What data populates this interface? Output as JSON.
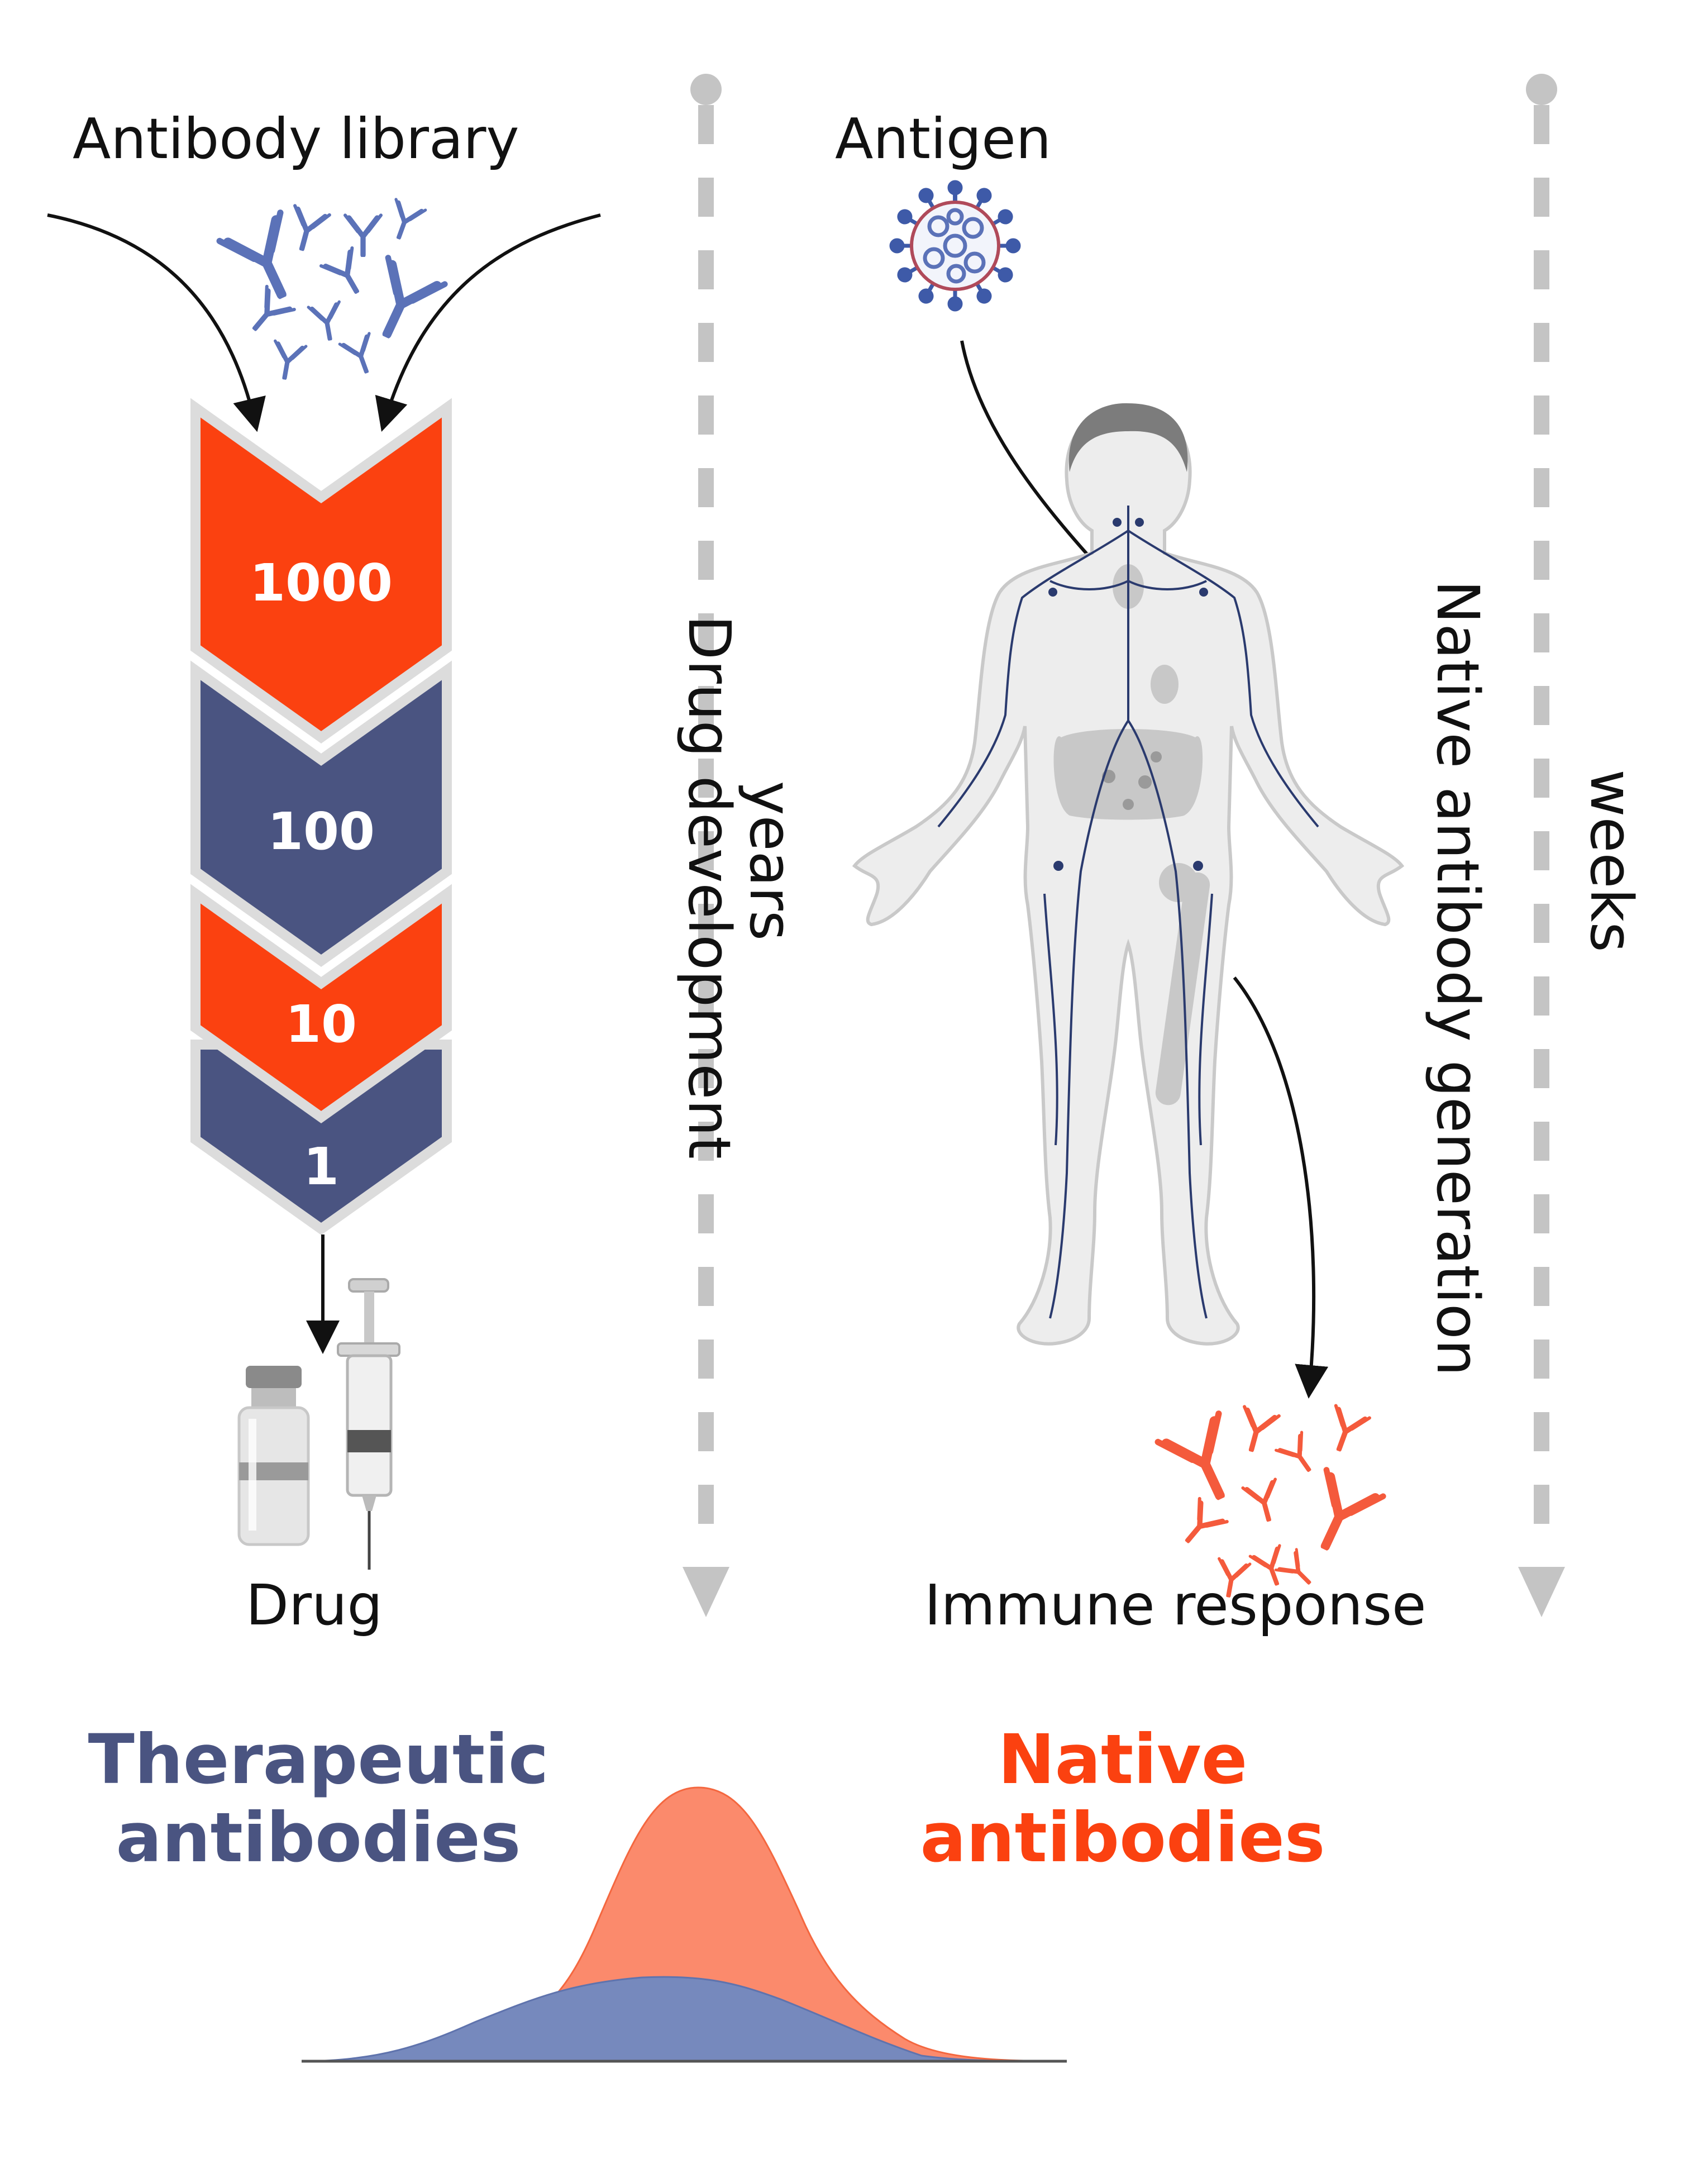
{
  "left": {
    "library_label": "Antibody library",
    "funnel": [
      "1000",
      "100",
      "10",
      "1"
    ],
    "drug_label": "Drug",
    "process_label": "Drug development",
    "time_label": "years"
  },
  "right": {
    "antigen_label": "Antigen",
    "response_label": "Immune response",
    "process_label": "Native antibody generation",
    "time_label": "weeks"
  },
  "bottom": {
    "therapeutic_line1": "Therapeutic",
    "therapeutic_line2": "antibodies",
    "native_line1": "Native",
    "native_line2": "antibodies"
  },
  "colors": {
    "orange": "#fb4110",
    "navy": "#4a5481",
    "antibody_blue": "#5b72b8",
    "native_fill": "#fb8a6c",
    "therapeutic_fill": "#7689bd",
    "timeline_gray": "#c4c4c4"
  },
  "icons": {
    "library": "antibody-cluster-icon",
    "antigen": "virus-icon",
    "body": "human-lymphatic-body-icon",
    "drug": "vial-and-syringe-icon",
    "response": "antibody-cluster-icon"
  }
}
